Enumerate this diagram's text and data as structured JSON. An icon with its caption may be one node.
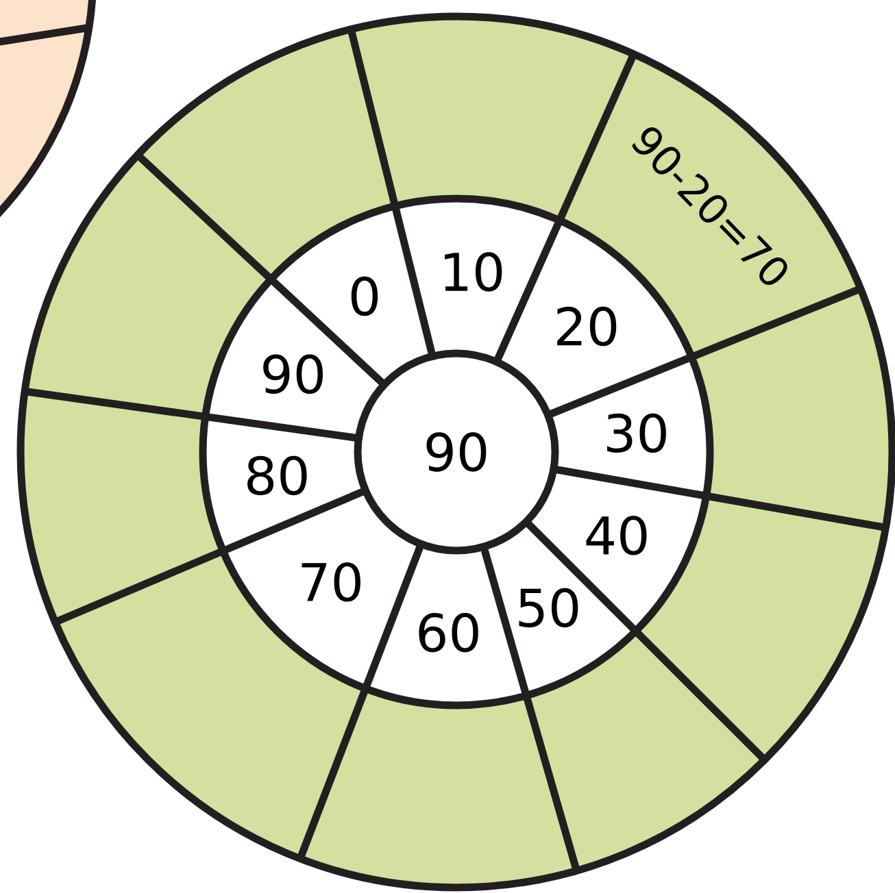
{
  "diagram": {
    "labels": [
      "90-20=70",
      "10",
      "0",
      "20",
      "90",
      "30",
      "90",
      "80",
      "40",
      "70",
      "50",
      "60"
    ]
  }
}
